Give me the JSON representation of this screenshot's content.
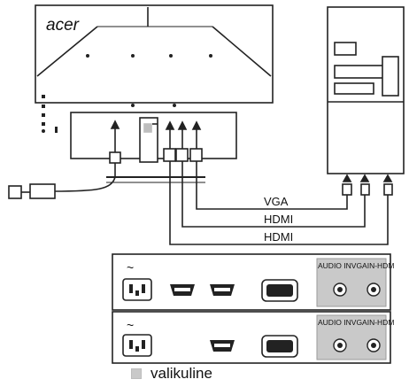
{
  "monitor": {
    "brand": "acer"
  },
  "cables": {
    "vga": "VGA",
    "hdmi_1": "HDMI",
    "hdmi_2": "HDMI"
  },
  "panels": [
    {
      "section_label": "AUDIO INVGAIN-HDM"
    },
    {
      "section_label": "AUDIO INVGAIN-HDM"
    }
  ],
  "legend": {
    "text": "valikuline",
    "swatch_color": "#c9c9c9"
  }
}
